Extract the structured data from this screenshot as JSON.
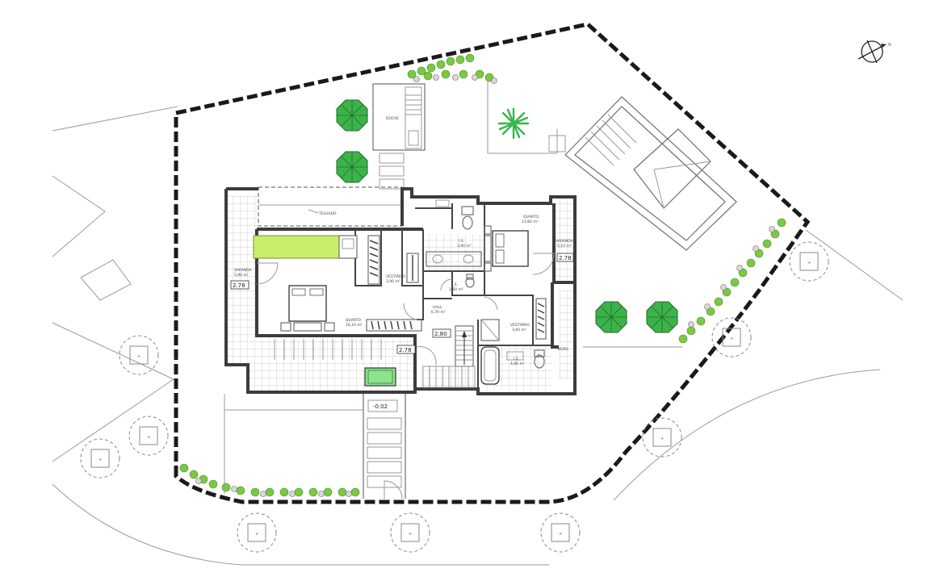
{
  "title": "",
  "levels": {
    "terrace_left": "2.78",
    "terrace_right": "2.78",
    "terrace_front": "2.78",
    "hall": "2.80",
    "entrance": "-0.02"
  },
  "rooms": {
    "bedroom_left_name": "QUARTO",
    "bedroom_left_area": "16,10 m²",
    "dressing_left_name": "VESTIÁRIO",
    "dressing_left_area": "3,90 m²",
    "wc1_name": "I.S.",
    "wc1_area": "3,90 m²",
    "wc2_name": "I.S.",
    "wc2_area": "2,60 m²",
    "hall_name": "HALL",
    "hall_area": "6,70 m²",
    "bedroom_right_name": "QUARTO",
    "bedroom_right_area": "13,80 m²",
    "dressing_right_name": "VESTIÁRIO",
    "dressing_right_area": "3,60 m²",
    "wc3_name": "I.S.",
    "wc3_area": "4,80 m²",
    "terrace_left_name": "VARANDA",
    "terrace_left_area": "5,90 m²",
    "terrace_right_name": "VARANDA",
    "terrace_right_area": "5,10 m²",
    "void_name": "VAZIO",
    "roof_label": "TELHADO",
    "shower_label": "DUCHE"
  },
  "colors": {
    "tree_green": "#3cb34a",
    "pool_green": "#c9ee6a",
    "pool_small": "#8ee38e",
    "boundary": "#1a1a1a"
  },
  "icons": [
    "north-arrow-icon",
    "tree-icon",
    "palm-icon",
    "shrub-icon",
    "bed-icon",
    "toilet-icon",
    "bathtub-icon",
    "wardrobe-icon",
    "stairs-icon"
  ]
}
